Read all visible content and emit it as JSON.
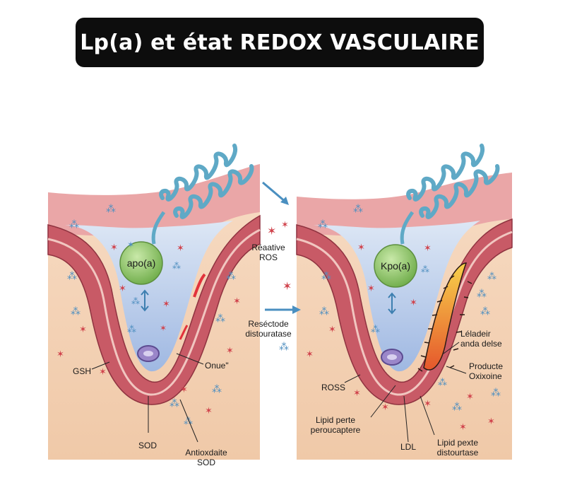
{
  "title": "Lp(a) et état REDOX VASCULAIRE",
  "colors": {
    "title_bg": "#0d0d0d",
    "tissue": "#f3cfb3",
    "vessel_wall": "#c85a66",
    "lumen": "#c6d6ee",
    "sphere": "#8fc66b",
    "helix": "#5fa9c6",
    "ros": "#d0434c",
    "antioxidant": "#4f8fc0"
  },
  "left_panel": {
    "sphere_label": "apo(a)",
    "labels": {
      "gsh": "GSH",
      "sod": "SOD",
      "onue": "Onue\"",
      "antioxdaite_sod": [
        "Antioxdaite",
        "SOD"
      ]
    }
  },
  "center": {
    "reactive_ros": [
      "Réaative",
      "ROS"
    ],
    "resectode": [
      "Reséctode",
      "distouratase"
    ]
  },
  "right_panel": {
    "sphere_label": "Kpo(a)",
    "labels": {
      "leladeir": [
        "Léladeir",
        "anda delse"
      ],
      "producte": [
        "Producte",
        "Oxixoine"
      ],
      "ross": "ROSS",
      "lipid_perte": [
        "Lipid perte",
        "peroucaptere"
      ],
      "ldl": "LDL",
      "lipid_pexte": [
        "Lipid pexte",
        "distourtase"
      ]
    }
  }
}
